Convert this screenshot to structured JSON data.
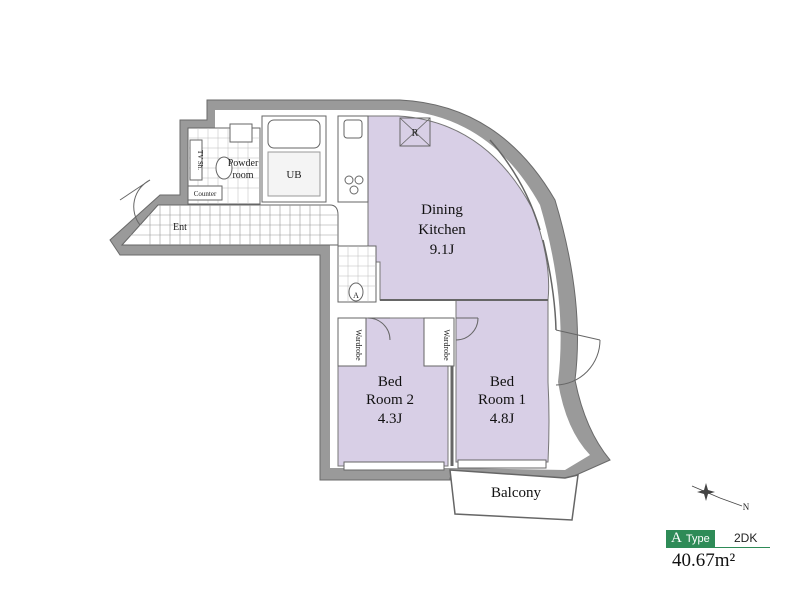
{
  "colors": {
    "room_fill": "#d8cfe6",
    "wall": "#8a8a8a",
    "wall_dark": "#555555",
    "type_green": "#2e8b57"
  },
  "rooms": {
    "dining_kitchen": {
      "line1": "Dining",
      "line2": "Kitchen",
      "size": "9.1J"
    },
    "bedroom_1": {
      "line1": "Bed",
      "line2": "Room 1",
      "size": "4.8J"
    },
    "bedroom_2": {
      "line1": "Bed",
      "line2": "Room 2",
      "size": "4.3J"
    },
    "balcony": "Balcony",
    "unit_bath": "UB",
    "powder_room_1": "Powder",
    "powder_room_2": "room",
    "entrance": "Ent",
    "counter": "Counter",
    "wardrobe": "Wardrobe",
    "tv_shelf": "TV Sh.",
    "refrigerator_mark": "R",
    "ac_mark": "A"
  },
  "compass": {
    "north": "N"
  },
  "type_info": {
    "letter": "A",
    "word": "Type",
    "plan": "2DK",
    "area": "40.67m²"
  }
}
